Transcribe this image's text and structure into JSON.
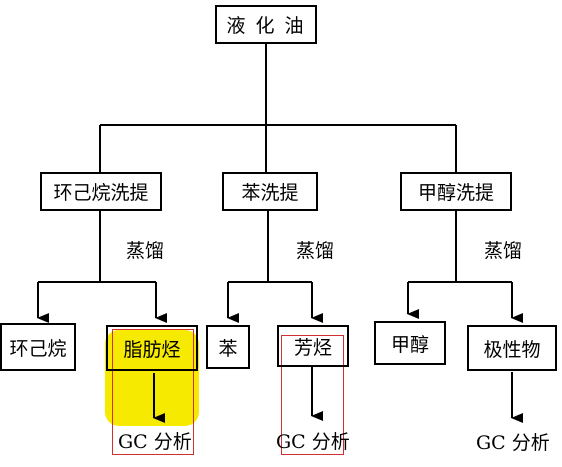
{
  "root": {
    "label": "液 化 油"
  },
  "elutions": [
    {
      "label": "环己烷洗提",
      "distill": "蒸馏"
    },
    {
      "label": "苯洗提",
      "distill": "蒸馏"
    },
    {
      "label": "甲醇洗提",
      "distill": "蒸馏"
    }
  ],
  "products": [
    {
      "label": "环己烷"
    },
    {
      "label": "脂肪烃",
      "analysis": "GC 分析"
    },
    {
      "label": "苯"
    },
    {
      "label": "芳烃",
      "analysis": "GC 分析"
    },
    {
      "label": "甲醇"
    },
    {
      "label": "极性物",
      "analysis": "GC 分析"
    }
  ],
  "colors": {
    "highlight": "#f5ea00",
    "annotation_box": "#d23030",
    "line": "#000000"
  }
}
